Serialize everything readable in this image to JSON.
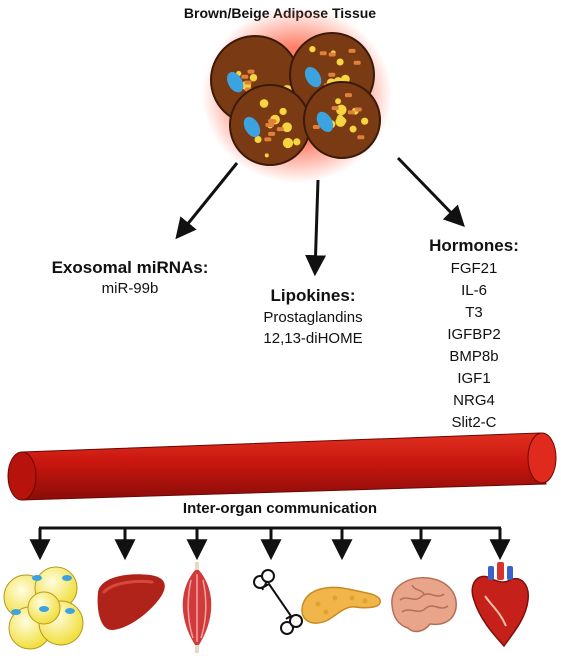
{
  "title": "Brown/Beige Adipose Tissue",
  "exosomal": {
    "heading": "Exosomal miRNAs:",
    "items": [
      "miR-99b"
    ]
  },
  "lipokines": {
    "heading": "Lipokines:",
    "items": [
      "Prostaglandins",
      "12,13-diHOME"
    ]
  },
  "hormones": {
    "heading": "Hormones:",
    "items": [
      "FGF21",
      "IL-6",
      "T3",
      "IGFBP2",
      "BMP8b",
      "IGF1",
      "NRG4",
      "Slit2-C"
    ]
  },
  "communication": "Inter-organ communication",
  "organs": [
    "white-adipose-tissue",
    "liver",
    "skeletal-muscle",
    "bone",
    "pancreas",
    "brain",
    "heart"
  ],
  "colors": {
    "vessel": "#c8160f",
    "cell_fill": "#7a3a14",
    "lipid": "#f5d640",
    "mito": "#e0803a",
    "nucleus": "#3aa3e0",
    "glow": "#ff6a50"
  }
}
